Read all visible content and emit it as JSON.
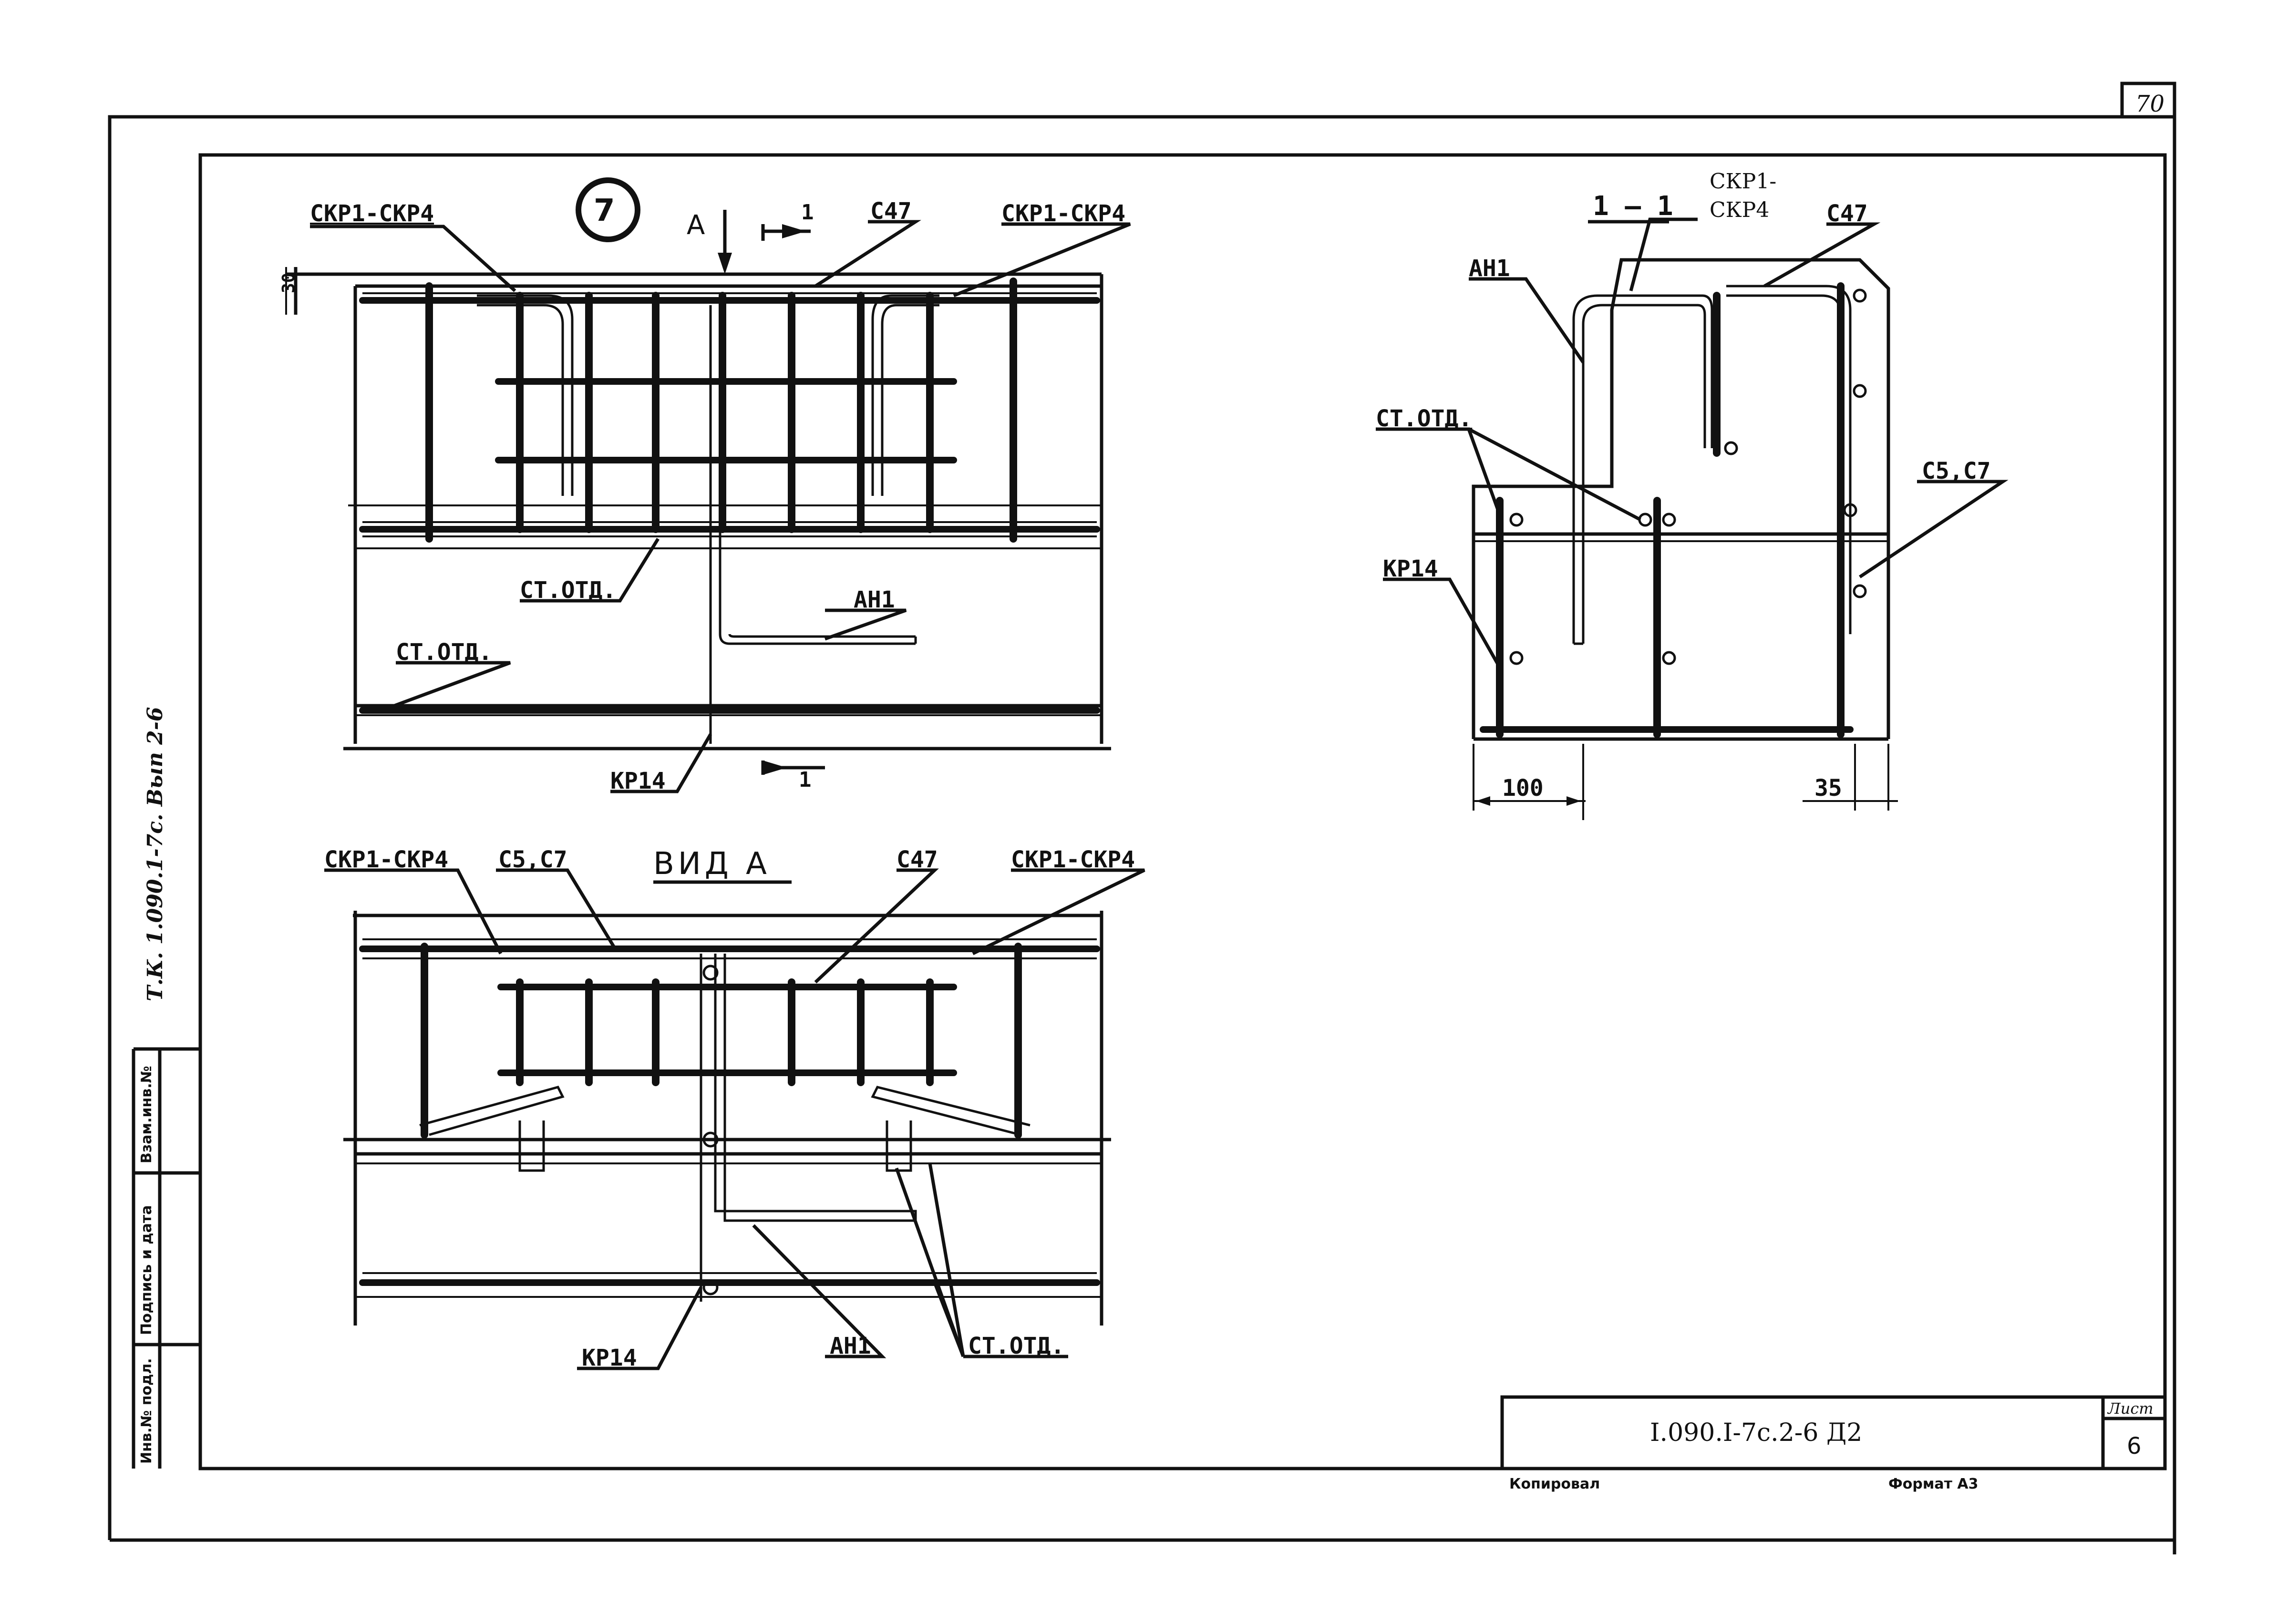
{
  "sheet": {
    "page_number": "70",
    "doc_code": "I.090.I-7c.2-6 Д2",
    "sheet_label": "Лист",
    "sheet_number": "6",
    "copied_label": "Копировал",
    "format_label": "Формат А3",
    "side_note": "Т.К. 1.090.1-7с. Вып 2-6"
  },
  "side_stamp": {
    "cells": [
      "Инв.№ подл.",
      "Подпись и дата",
      "Взам.инв.№"
    ]
  },
  "node": {
    "number": "7",
    "section_marker": "1",
    "view_marker": "А"
  },
  "view_top": {
    "labels": {
      "ckr_left": "СКР1-СКР4",
      "c47": "С47",
      "ckr_right": "СКР1-СКР4",
      "dim_30": "30",
      "ct_otd_1": "СТ.ОТД.",
      "ahi": "АН1",
      "ct_otd_2": "СТ.ОТД.",
      "kr14": "КР14",
      "arrow_a": "А",
      "cut_1": "1",
      "cut_1b": "1"
    }
  },
  "view_a": {
    "title": "ВИД А",
    "labels": {
      "ckr_left": "СКР1-СКР4",
      "c5c7": "С5,С7",
      "c47": "С47",
      "ckr_right": "СКР1-СКР4",
      "kr14": "КР14",
      "ahi": "АН1",
      "ct_otd": "СТ.ОТД."
    }
  },
  "section_1_1": {
    "title": "1 — 1",
    "labels": {
      "ckr": "СКР1-\nСКР4",
      "ckr_line1": "СКР1-",
      "ckr_line2": "СКР4",
      "c47": "С47",
      "ahi": "АН1",
      "ct_otd": "СТ.ОТД.",
      "c5c7": "С5,С7",
      "kr14": "КР14",
      "dim_100": "100",
      "dim_35": "35"
    }
  }
}
